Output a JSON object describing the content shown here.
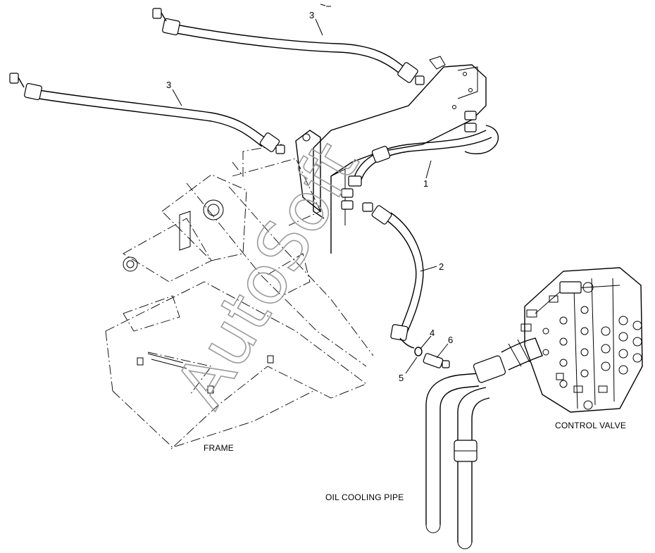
{
  "callouts": {
    "c1": "1",
    "c2": "2",
    "c3a": "3",
    "c3b": "3",
    "c4": "4",
    "c5": "5",
    "c6": "6"
  },
  "captions": {
    "frame": "FRAME",
    "control_valve": "CONTROL VALVE",
    "oil_cooling_pipe": "OIL COOLING PIPE"
  },
  "watermark": "AutoSoft"
}
